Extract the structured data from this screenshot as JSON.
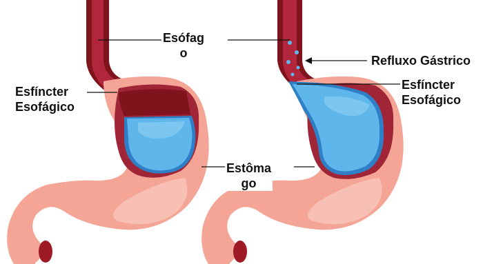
{
  "labels": {
    "esophagus": [
      "Esófag",
      "o"
    ],
    "sphincter_left": [
      "Esfíncter",
      "Esofágico"
    ],
    "stomach": [
      "Estôma",
      "go"
    ],
    "reflux": "Refluxo Gástrico",
    "sphincter_right": [
      "Esfíncter",
      "Esofágico"
    ]
  },
  "colors": {
    "stomach_outer": "#f4a595",
    "stomach_highlight": "#f8c0b4",
    "esophagus_wall": "#7f141c",
    "esophagus_inner": "#b1263a",
    "lining": "#a02637",
    "gastric_acid": "#5fb6ea",
    "acid_light": "#8fd0f3",
    "acid_border": "#2f7fc6"
  }
}
